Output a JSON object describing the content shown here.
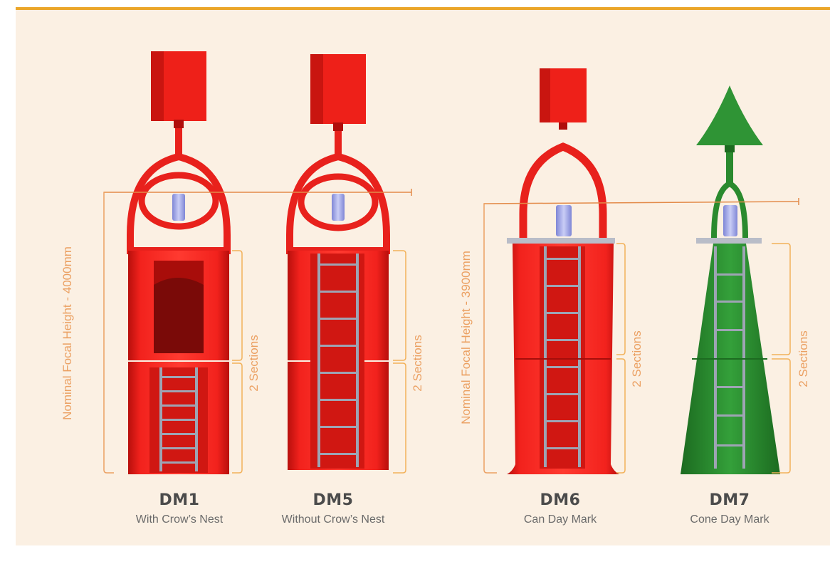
{
  "colors": {
    "accent": "#eba62a",
    "background": "#fbf0e3",
    "buoy_red": "#e8211c",
    "buoy_green": "#2a8a2e",
    "annotation": "#eba062",
    "focal_line": "#e38b4a"
  },
  "focal_heights": [
    {
      "label": "Nominal Focal Height - 4000mm"
    },
    {
      "label": "Nominal Focal Height - 3900mm"
    }
  ],
  "sections_label": "2 Sections",
  "marks": [
    {
      "code": "DM1",
      "description": "With Crow’s Nest",
      "color": "red",
      "top_mark": "can"
    },
    {
      "code": "DM5",
      "description": "Without Crow’s Nest",
      "color": "red",
      "top_mark": "can"
    },
    {
      "code": "DM6",
      "description": "Can Day Mark",
      "color": "red",
      "top_mark": "can"
    },
    {
      "code": "DM7",
      "description": "Cone Day Mark",
      "color": "green",
      "top_mark": "cone"
    }
  ]
}
